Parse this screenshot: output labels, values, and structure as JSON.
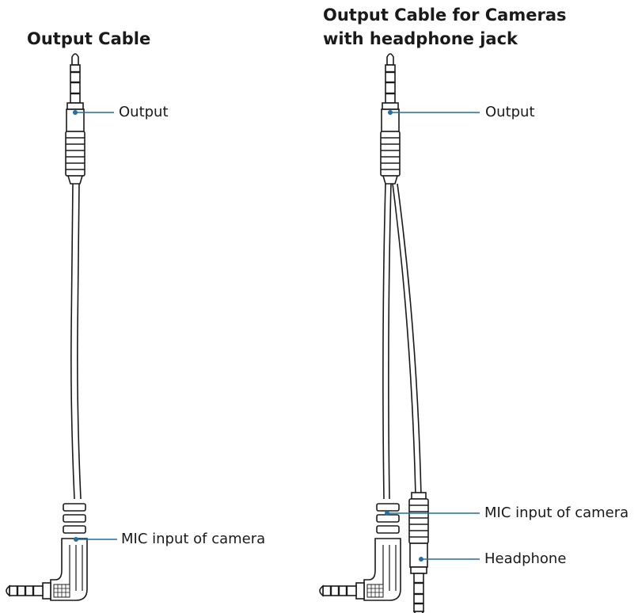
{
  "left_diagram": {
    "title": "Output Cable",
    "labels": {
      "output": "Output",
      "mic_input": "MIC input of camera"
    }
  },
  "right_diagram": {
    "title_line1": "Output Cable for Cameras",
    "title_line2": "with headphone jack",
    "labels": {
      "output": "Output",
      "mic_input": "MIC input of camera",
      "headphone": "Headphone"
    }
  },
  "colors": {
    "line": "#1a1a1a",
    "callout": "#1f6fa8",
    "background": "#ffffff"
  }
}
